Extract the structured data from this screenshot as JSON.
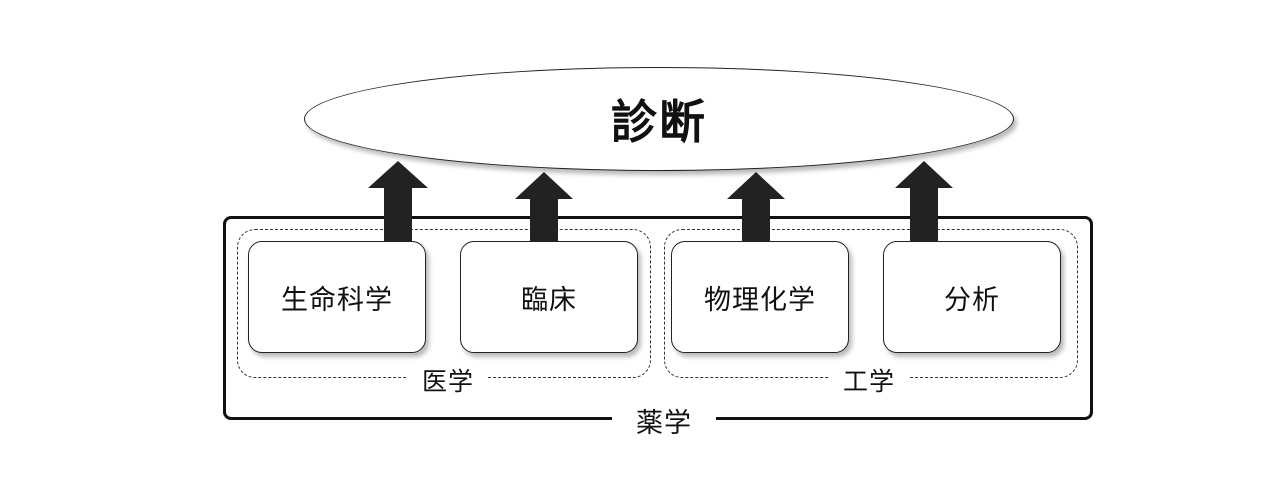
{
  "goal": {
    "label": "診断"
  },
  "outer_group": {
    "label": "薬学"
  },
  "groups": [
    {
      "label": "医学"
    },
    {
      "label": "工学"
    }
  ],
  "boxes": [
    {
      "label": "生命科学"
    },
    {
      "label": "臨床"
    },
    {
      "label": "物理化学"
    },
    {
      "label": "分析"
    }
  ],
  "colors": {
    "arrow": "#222222",
    "line": "#111111",
    "background": "#ffffff"
  }
}
